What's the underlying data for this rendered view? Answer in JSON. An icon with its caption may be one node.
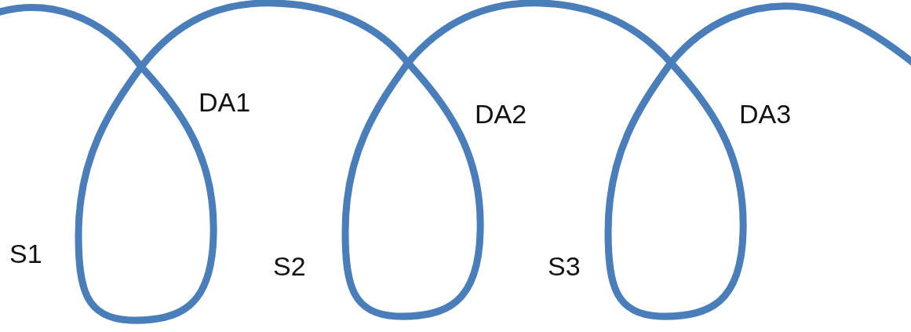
{
  "diagram": {
    "labels": [
      "DA1",
      "DA2",
      "DA3",
      "S1",
      "S2",
      "S3"
    ]
  }
}
